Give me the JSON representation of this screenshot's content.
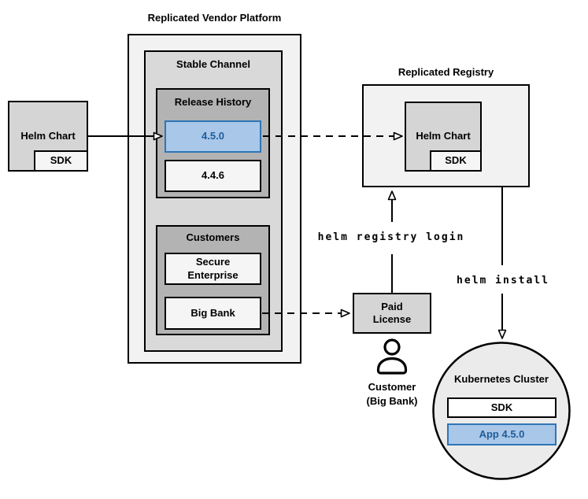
{
  "titles": {
    "vendor_platform": "Replicated Vendor Platform",
    "registry": "Replicated Registry"
  },
  "platform": {
    "stable_channel": {
      "label": "Stable Channel"
    },
    "release_history": {
      "label": "Release History",
      "releases": [
        {
          "version": "4.5.0",
          "highlighted": true
        },
        {
          "version": "4.4.6",
          "highlighted": false
        }
      ]
    },
    "customers": {
      "label": "Customers",
      "items": [
        "Secure Enterprise",
        "Big Bank"
      ]
    }
  },
  "helm_chart_source": {
    "label": "Helm Chart",
    "sdk": "SDK"
  },
  "registry": {
    "helm_chart": "Helm Chart",
    "sdk": "SDK"
  },
  "paid_license": {
    "label": "Paid License"
  },
  "customer": {
    "name": "Customer",
    "detail": "(Big Bank)"
  },
  "commands": {
    "registry_login": "helm registry login",
    "install": "helm install"
  },
  "kubernetes": {
    "title": "Kubernetes Cluster",
    "sdk": "SDK",
    "app": "App 4.5.0"
  },
  "colors": {
    "highlight_fill": "#a9c7e8",
    "highlight_border": "#2e75b6",
    "highlight_text": "#1f5c99",
    "box_light": "#f2f2f2",
    "panel": "#d9d9d9",
    "box_mid": "#d5d5d5",
    "box_dark": "#b3b3b3",
    "item_fill": "#f5f5f5",
    "circle_fill": "#ebebeb"
  }
}
